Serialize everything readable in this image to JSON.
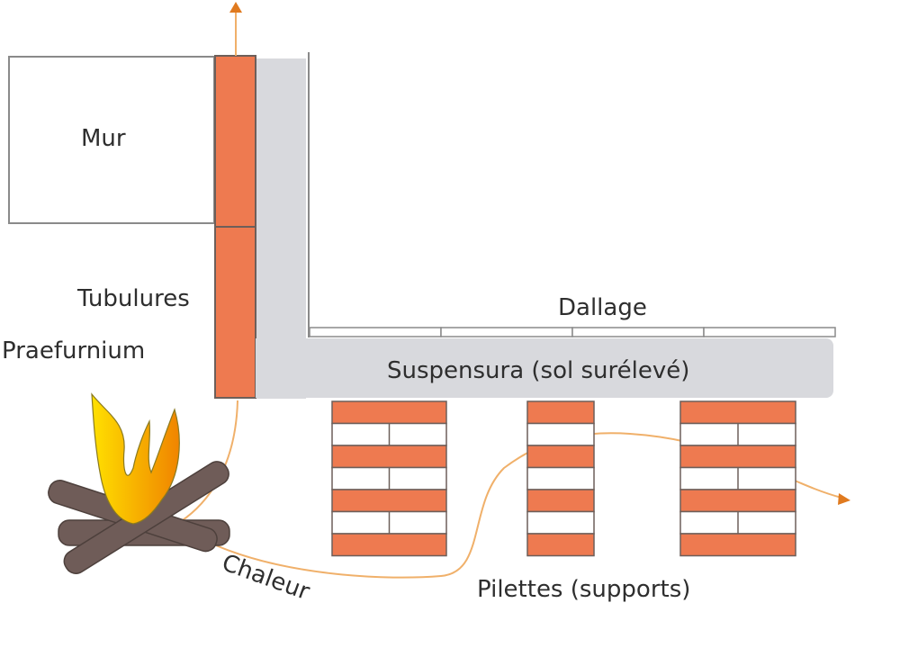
{
  "diagram": {
    "title": "Hypocauste",
    "labels": {
      "wall": "Mur",
      "tubes": "Tubulures",
      "furnace": "Praefurnium",
      "paving": "Dallage",
      "raised_floor": "Suspensura (sol surélevé)",
      "pillars": "Pilettes (supports)",
      "heat": "Chaleur"
    },
    "components": [
      {
        "id": "wall",
        "label": "Mur"
      },
      {
        "id": "tubes",
        "label": "Tubulures",
        "segments": 2
      },
      {
        "id": "furnace",
        "label": "Praefurnium",
        "icon": "fire-icon"
      },
      {
        "id": "paving",
        "label": "Dallage",
        "tiles": 4
      },
      {
        "id": "raised_floor",
        "label": "Suspensura (sol surélevé)"
      },
      {
        "id": "pillars",
        "label": "Pilettes (supports)",
        "count": 3
      }
    ],
    "flows": [
      {
        "from": "furnace",
        "to": "tubes",
        "label": "",
        "direction": "up"
      },
      {
        "from": "furnace",
        "to": "pillars",
        "label": "Chaleur",
        "direction": "right"
      }
    ],
    "colors": {
      "brick": "#ee7a50",
      "brick_border": "#6d5f5a",
      "floor": "#d8d9dd",
      "outline": "#8a8a8a",
      "heat_line": "#f0b06a",
      "arrow": "#e07a1f",
      "wood": "#6f5c58",
      "flame_light": "#ffd700",
      "flame_dark": "#f08a00"
    }
  }
}
